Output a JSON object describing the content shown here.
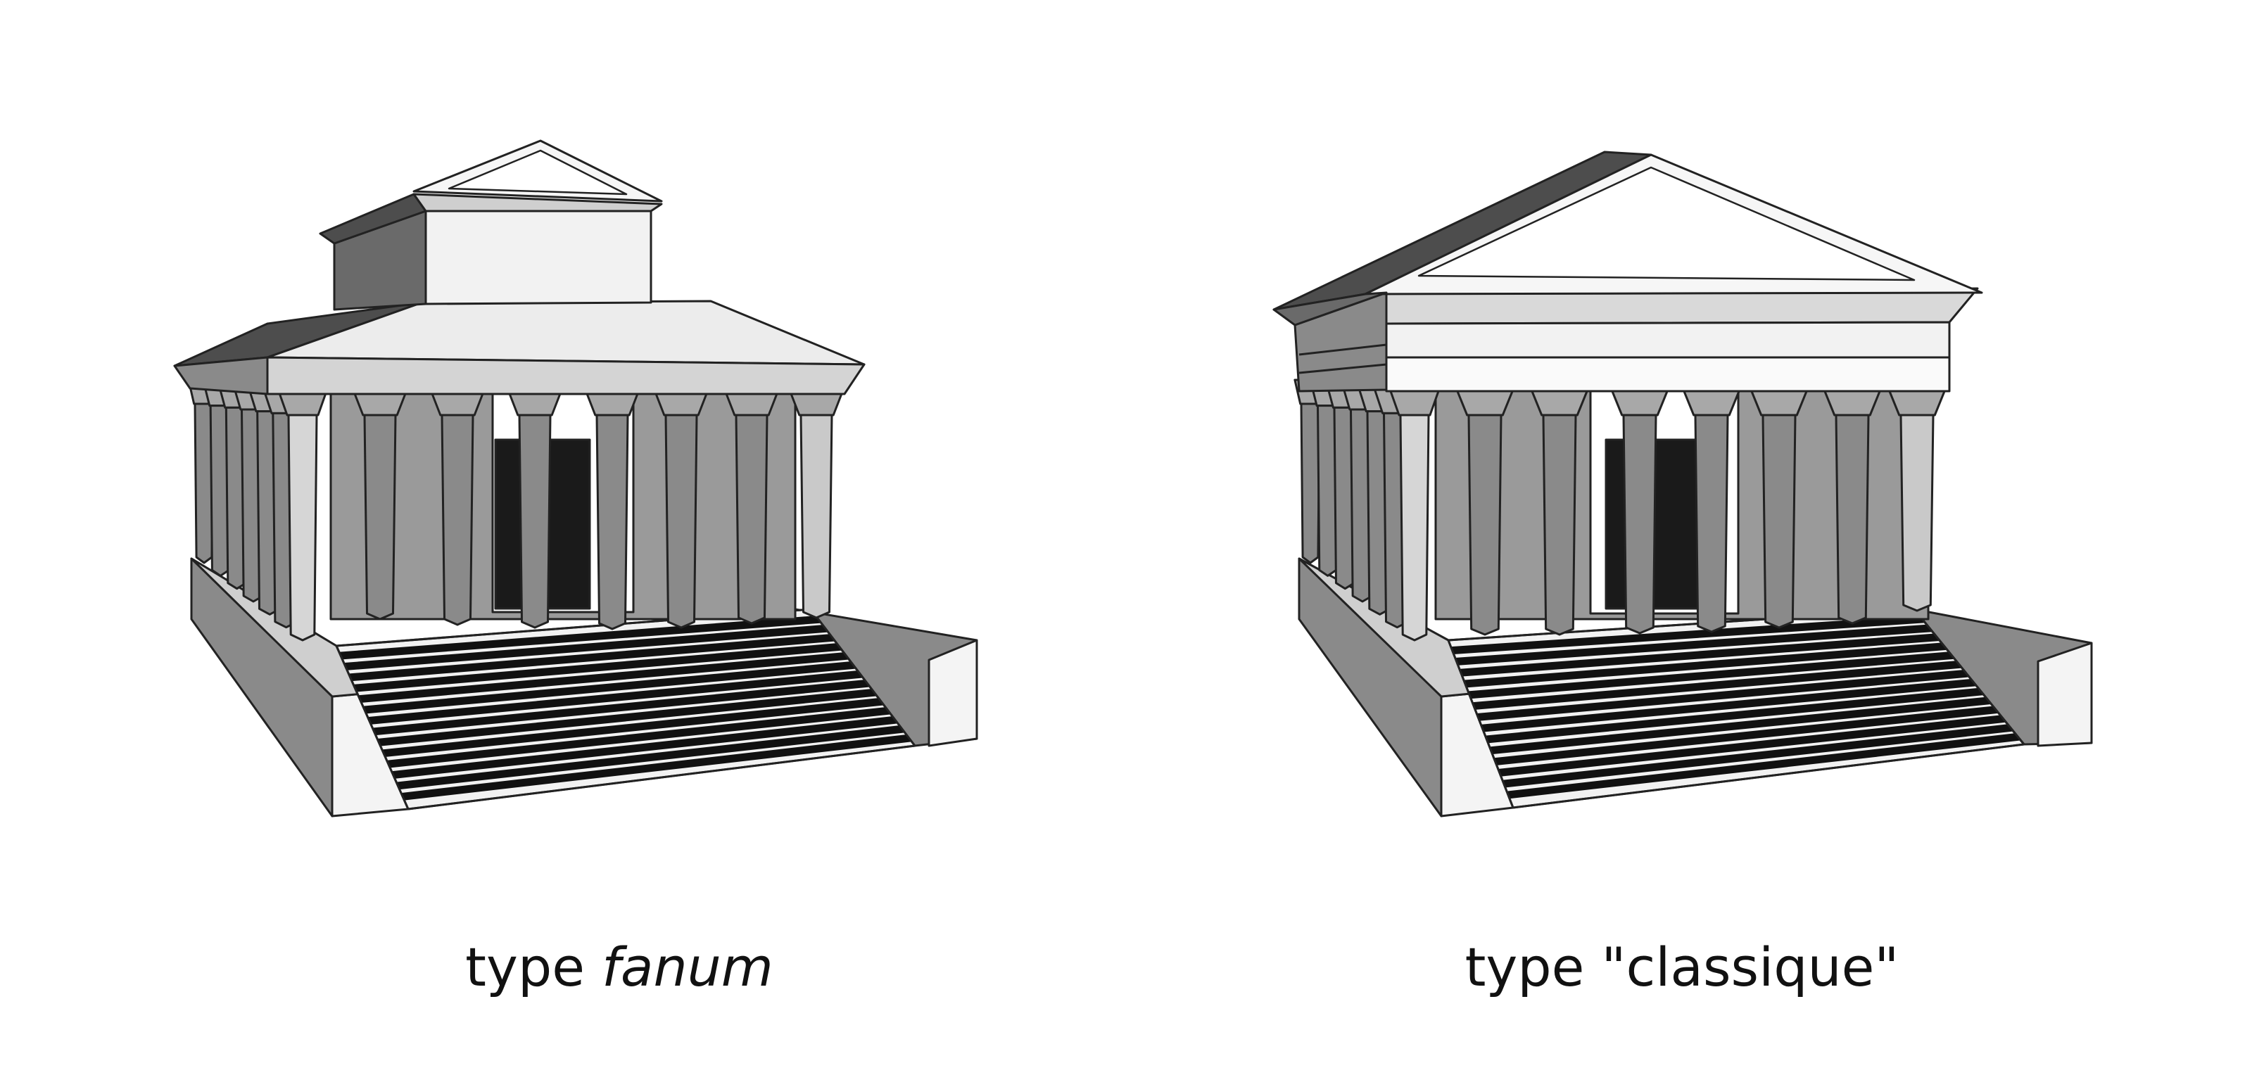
{
  "captions": {
    "left": {
      "prefix": "type",
      "emphasis": "fanum"
    },
    "right": {
      "text": "type \"classique\""
    }
  },
  "temples": [
    {
      "id": "fanum",
      "features": [
        "raised cella with pediment",
        "sloped peristyle roof",
        "colonnade",
        "podium",
        "front staircase"
      ]
    },
    {
      "id": "classique",
      "features": [
        "single pediment",
        "entablature",
        "colonnade",
        "podium",
        "front staircase"
      ]
    }
  ],
  "colors": {
    "stroke": "#222222",
    "light": "#eeeeee",
    "mid": "#bdbdbd",
    "column": "#8a8a8a",
    "dark": "#6a6a6a",
    "darkest": "#4d4d4d",
    "door": "#1a1a1a",
    "step_dark": "#111111",
    "step_light": "#f2f2f2"
  }
}
